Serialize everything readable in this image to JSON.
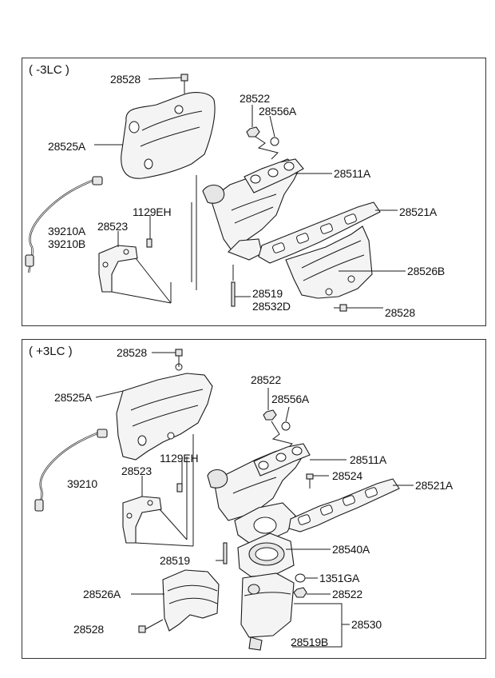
{
  "top": {
    "header": "( -3LC )",
    "labels": {
      "l28528a": "28528",
      "l28522": "28522",
      "l28556a": "28556A",
      "l28525a": "28525A",
      "l28511a": "28511A",
      "l1129eh": "1129EH",
      "l28521a": "28521A",
      "l28523": "28523",
      "l39210a": "39210A",
      "l39210b": "39210B",
      "l28526b": "28526B",
      "l28519": "28519",
      "l28532d": "28532D",
      "l28528b": "28528"
    }
  },
  "bottom": {
    "header": "( +3LC )",
    "labels": {
      "l28528a": "28528",
      "l28522a": "28522",
      "l28525a": "28525A",
      "l28556a": "28556A",
      "l1129eh": "1129EH",
      "l28511a": "28511A",
      "l28523": "28523",
      "l28524": "28524",
      "l39210": "39210",
      "l28521a": "28521A",
      "l28540a": "28540A",
      "l28519": "28519",
      "l1351ga": "1351GA",
      "l28526a": "28526A",
      "l28522b": "28522",
      "l28530": "28530",
      "l28528b": "28528",
      "l28519b": "28519B"
    }
  }
}
